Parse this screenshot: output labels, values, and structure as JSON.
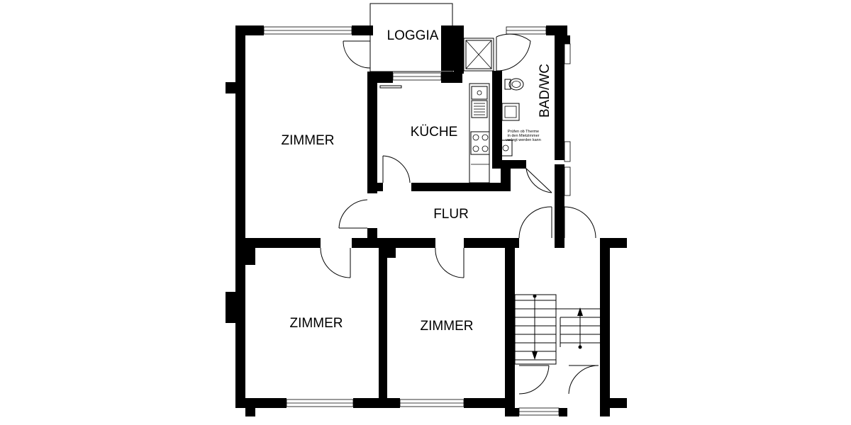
{
  "rooms": {
    "loggia": "LOGGIA",
    "kueche": "KÜCHE",
    "bad": "BAD/WC",
    "flur": "FLUR",
    "zimmer_top": "ZIMMER",
    "zimmer_bottom_left": "ZIMMER",
    "zimmer_bottom_right": "ZIMMER"
  },
  "note": {
    "line1": "Prüfen ob Therme",
    "line2": "in den Mietzimmer",
    "line3": "verlegt werden kann"
  }
}
